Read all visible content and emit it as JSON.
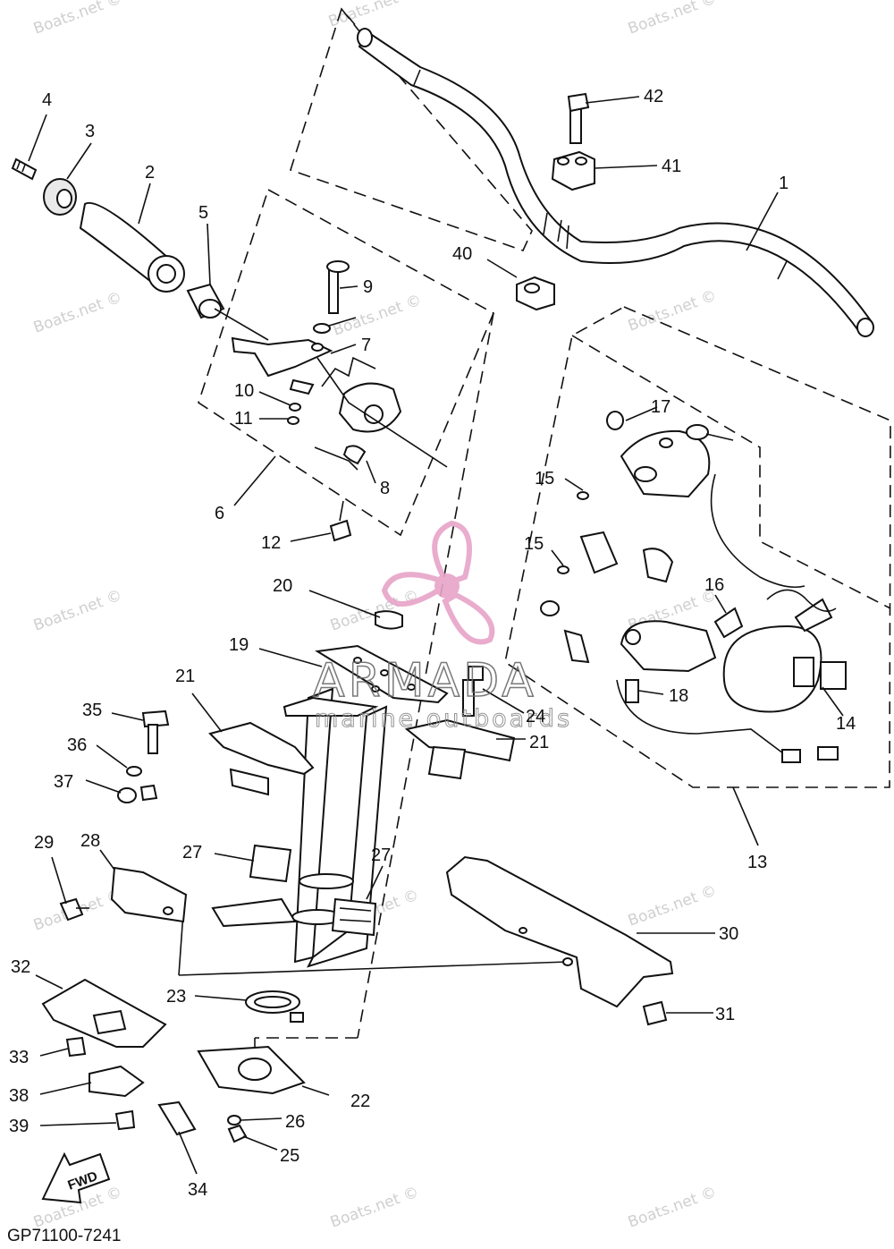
{
  "document_code": "GP71100-7241",
  "watermark_text": "Boats.net ©",
  "brand": {
    "name": "ARMADA",
    "tagline": "marine outboards",
    "logo_color": "#e7a4c8"
  },
  "fwd_arrow_label": "FWD",
  "part_labels": [
    "1",
    "2",
    "3",
    "4",
    "5",
    "6",
    "7",
    "8",
    "9",
    "10",
    "11",
    "12",
    "13",
    "14",
    "15",
    "15",
    "16",
    "17",
    "18",
    "19",
    "20",
    "21",
    "21",
    "22",
    "23",
    "24",
    "25",
    "26",
    "27",
    "27",
    "28",
    "29",
    "30",
    "31",
    "32",
    "33",
    "34",
    "35",
    "36",
    "37",
    "38",
    "39",
    "40",
    "41",
    "42"
  ]
}
